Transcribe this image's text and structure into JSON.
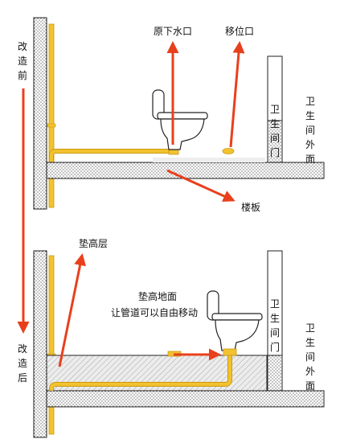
{
  "labels": {
    "before": [
      "改",
      "造",
      "前"
    ],
    "after": [
      "改",
      "造",
      "后"
    ],
    "original_drain": "原下水口",
    "relocated_drain": "移位口",
    "floor_slab": "楼板",
    "raised_layer": "垫高层",
    "raised_floor_line1": "垫高地面",
    "raised_floor_line2": "让管道可以自由移动",
    "bathroom_door": [
      "卫",
      "生",
      "间",
      "门"
    ],
    "bathroom_outside": [
      "卫",
      "生",
      "间",
      "外",
      "面"
    ]
  },
  "colors": {
    "pipe": "#f2c230",
    "pipe_stroke": "#c99a10",
    "arrow": "#e8401c",
    "outline": "#222222"
  }
}
